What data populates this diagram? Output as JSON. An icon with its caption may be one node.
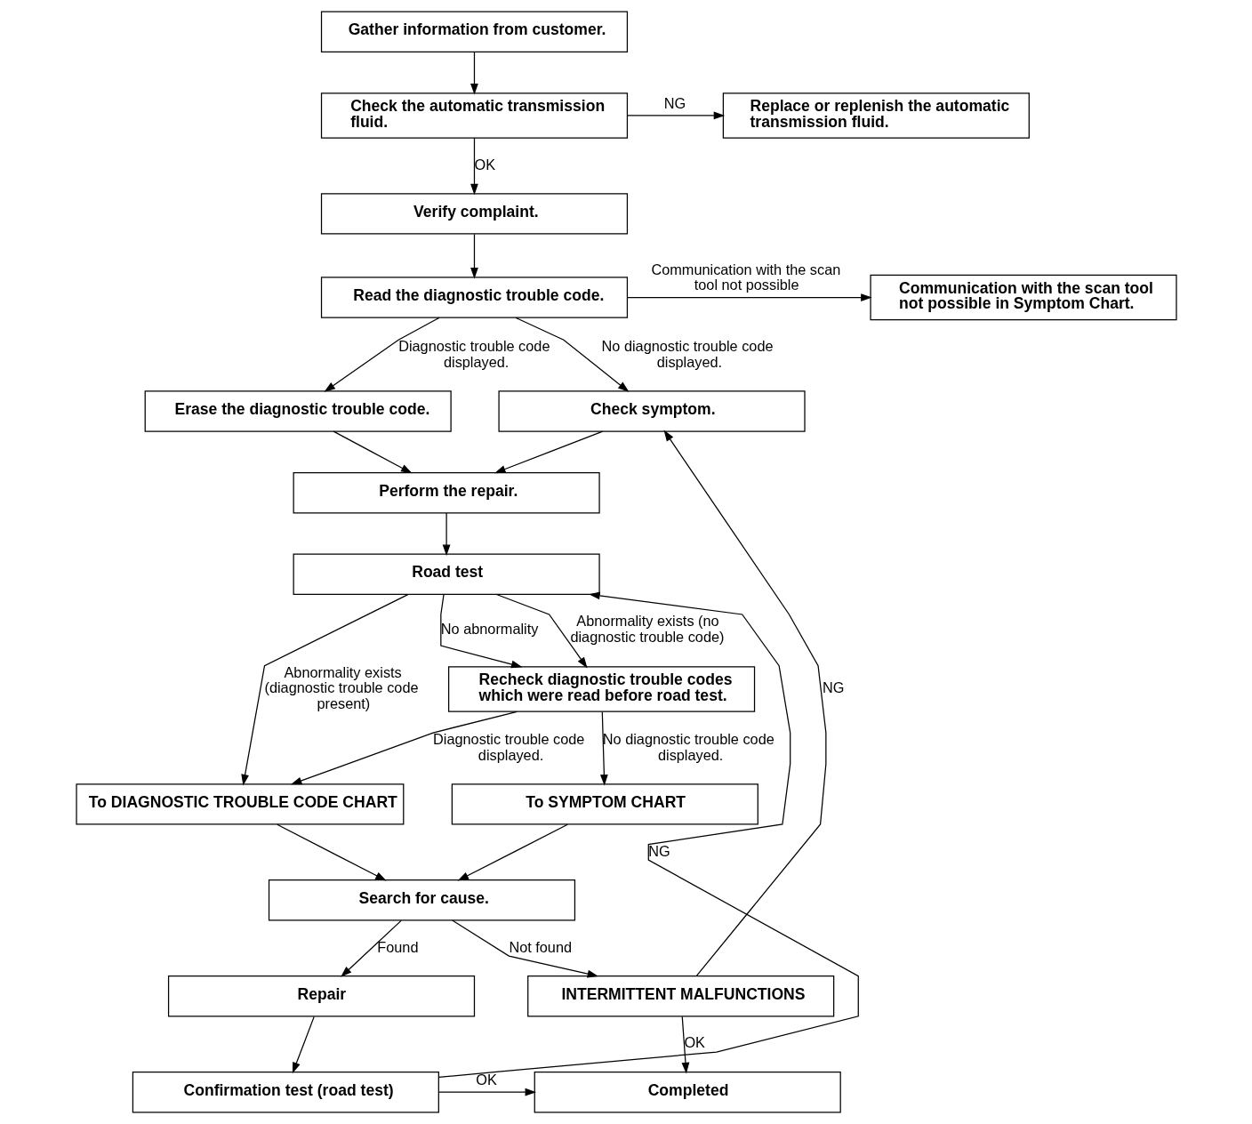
{
  "diagram": {
    "nodes": [
      {
        "text": [
          "Gather information from customer."
        ]
      },
      {
        "text": [
          "Check the automatic transmission fluid."
        ]
      },
      {
        "text": [
          "Replace or replenish the automatic transmission fluid."
        ]
      },
      {
        "text": [
          "Verify complaint."
        ]
      },
      {
        "text": [
          "Read the diagnostic trouble code."
        ]
      },
      {
        "text": [
          "Communication with the scan tool not possible in Symptom Chart."
        ]
      },
      {
        "text": [
          "Erase the diagnostic trouble code."
        ]
      },
      {
        "text": [
          "Check symptom."
        ]
      },
      {
        "text": [
          "Perform the repair."
        ]
      },
      {
        "text": [
          "Road test"
        ]
      },
      {
        "text": [
          "Recheck diagnostic trouble codes which were read before road test."
        ]
      },
      {
        "text": [
          "To DIAGNOSTIC TROUBLE CODE CHART"
        ]
      },
      {
        "text": [
          "To SYMPTOM CHART"
        ]
      },
      {
        "text": [
          "Search for cause."
        ]
      },
      {
        "text": [
          "Repair"
        ]
      },
      {
        "text": [
          "INTERMITTENT MALFUNCTIONS"
        ]
      },
      {
        "text": [
          "Confirmation test (road test)"
        ]
      },
      {
        "text": [
          "Completed"
        ]
      }
    ],
    "edges": [
      {
        "from": 0,
        "to": 1,
        "arrow": "to"
      },
      {
        "from": 1,
        "to": 2,
        "arrow": "to",
        "label": "NG"
      },
      {
        "from": 1,
        "to": 3,
        "arrow": "to",
        "label": "OK"
      },
      {
        "from": 3,
        "to": 4,
        "arrow": "to"
      },
      {
        "from": 4,
        "to": 5,
        "arrow": "to",
        "label": "Communication with the scan tool not possible"
      },
      {
        "from": 4,
        "to": 6,
        "arrow": "to",
        "label": "Diagnostic trouble code displayed."
      },
      {
        "from": 4,
        "to": 7,
        "arrow": "to",
        "label": "No diagnostic trouble code displayed."
      },
      {
        "from": 6,
        "to": 8,
        "arrow": "to"
      },
      {
        "from": 7,
        "to": 8,
        "arrow": "to"
      },
      {
        "from": 8,
        "to": 9,
        "arrow": "to"
      },
      {
        "from": 9,
        "to": 11,
        "arrow": "to",
        "label": "Abnormality exists (diagnostic trouble code present)"
      },
      {
        "from": 9,
        "to": 10,
        "arrow": "to",
        "label": "No abnormality"
      },
      {
        "from": 9,
        "to": 10,
        "arrow": "to",
        "label": "Abnormality exists (no diagnostic trouble code)"
      },
      {
        "from": 10,
        "to": 11,
        "arrow": "to",
        "label": "Diagnostic trouble code displayed."
      },
      {
        "from": 10,
        "to": 12,
        "arrow": "to",
        "label": "No diagnostic trouble code displayed."
      },
      {
        "from": 11,
        "to": 13,
        "arrow": "to"
      },
      {
        "from": 12,
        "to": 13,
        "arrow": "to"
      },
      {
        "from": 13,
        "to": 14,
        "arrow": "to",
        "label": "Found"
      },
      {
        "from": 13,
        "to": 15,
        "arrow": "to",
        "label": "Not found"
      },
      {
        "from": 14,
        "to": 16,
        "arrow": "to"
      },
      {
        "from": 15,
        "to": 17,
        "arrow": "to",
        "label": "OK"
      },
      {
        "from": 15,
        "to": 7,
        "arrow": "to",
        "label": "NG"
      },
      {
        "from": 16,
        "to": 17,
        "arrow": "to",
        "label": "OK"
      },
      {
        "from": 16,
        "to": 9,
        "arrow": "to",
        "label": "NG"
      }
    ]
  }
}
